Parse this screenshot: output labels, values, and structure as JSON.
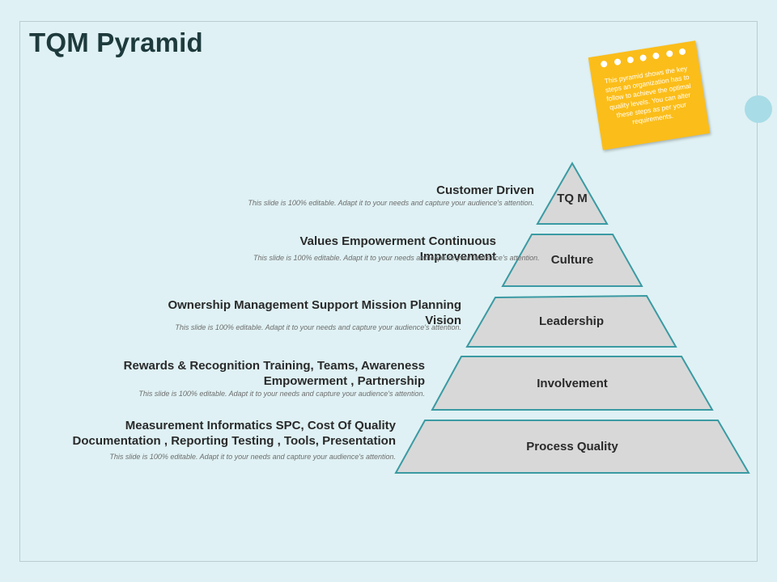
{
  "title": "TQM Pyramid",
  "sticky_note": "This pyramid shows the key steps an organization has to follow to achieve the optimal quality levels. You can alter these steps as per your requirements.",
  "colors": {
    "background": "#dff1f4",
    "tier_fill": "#d8d8d8",
    "tier_stroke": "#3a9aa3",
    "sticky": "#fbbd19",
    "accent_circle": "#a8dce7"
  },
  "tiers": [
    {
      "label": "TQ M"
    },
    {
      "label": "Culture"
    },
    {
      "label": "Leadership"
    },
    {
      "label": "Involvement"
    },
    {
      "label": "Process Quality"
    }
  ],
  "blocks": [
    {
      "heading": "Customer Driven",
      "desc": "This slide is 100% editable. Adapt it to your needs and capture your audience's attention."
    },
    {
      "heading": "Values Empowerment Continuous Improvement",
      "desc": "This slide is 100% editable. Adapt it to your needs and capture your audience's attention."
    },
    {
      "heading": "Ownership Management Support Mission Planning Vision",
      "desc": "This slide is 100% editable. Adapt it to your needs and capture your audience's attention."
    },
    {
      "heading": "Rewards & Recognition Training, Teams, Awareness Empowerment , Partnership",
      "desc": "This slide is 100% editable. Adapt it to your needs and capture your audience's attention."
    },
    {
      "heading": "Measurement Informatics SPC, Cost Of Quality Documentation , Reporting Testing , Tools, Presentation",
      "desc": "This slide is 100% editable. Adapt it to your needs and capture your audience's attention."
    }
  ]
}
